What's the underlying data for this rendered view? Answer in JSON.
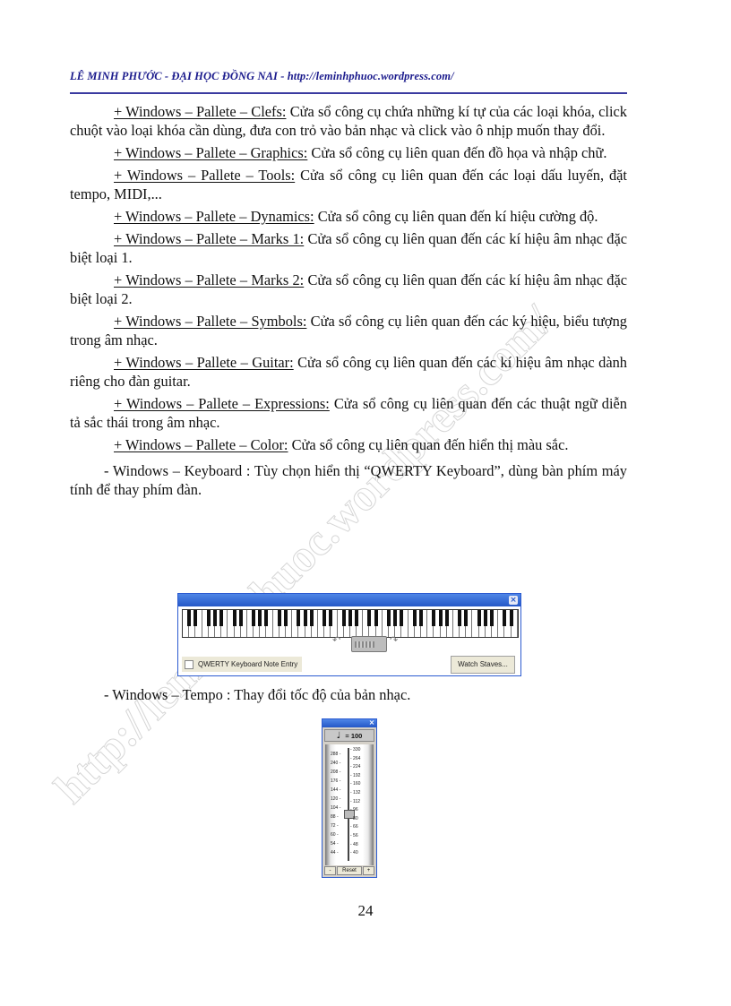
{
  "header": {
    "text": "LÊ MINH PHƯỚC - ĐẠI HỌC ĐỒNG NAI  -  http://leminhphuoc.wordpress.com/"
  },
  "paragraphs": [
    {
      "link": "+ Windows – Pallete – Clefs:",
      "text": " Cửa sổ công cụ chứa những kí tự của các loại khóa, click chuột vào loại khóa cần dùng, đưa con trỏ vào bản nhạc và click vào ô nhịp muốn thay đổi."
    },
    {
      "link": "+ Windows – Pallete – Graphics:",
      "text": " Cửa sổ công cụ liên quan đến đồ họa và nhập chữ."
    },
    {
      "link": "+ Windows – Pallete – Tools:",
      "text": " Cửa sổ công cụ liên quan đến các loại dấu luyến, đặt tempo, MIDI,..."
    },
    {
      "link": "+ Windows – Pallete – Dynamics:",
      "text": " Cửa sổ công cụ liên quan đến kí hiệu cường độ."
    },
    {
      "link": "+ Windows – Pallete – Marks 1:",
      "text": " Cửa sổ công cụ liên quan đến các kí hiệu âm nhạc đặc biệt loại 1."
    },
    {
      "link": "+ Windows – Pallete – Marks 2:",
      "text": " Cửa sổ công cụ liên quan đến các kí hiệu âm nhạc đặc biệt loại 2."
    },
    {
      "link": "+ Windows – Pallete – Symbols:",
      "text": " Cửa sổ công cụ liên quan đến các ký hiệu, biểu tượng trong âm nhạc."
    },
    {
      "link": "+ Windows – Pallete – Guitar:",
      "text": " Cửa sổ công cụ liên quan đến các kí hiệu âm nhạc dành riêng cho đàn guitar."
    },
    {
      "link": "+ Windows – Pallete – Expressions:",
      "text": " Cửa sổ công cụ liên quan đến các thuật ngữ diễn tả sắc thái trong âm nhạc."
    },
    {
      "link": "+ Windows – Pallete – Color:",
      "text": " Cửa sổ công cụ liên quan đến hiển thị màu sắc."
    }
  ],
  "keyboard_item": "- Windows – Keyboard : Tùy chọn hiển thị “QWERTY Keyboard”, dùng bàn phím máy tính để thay phím đàn.",
  "keyboard_window": {
    "close_icon": "×",
    "checkbox_label": "QWERTY Keyboard Note Entry",
    "checkbox_checked": false,
    "watch_button": "Watch Staves...",
    "arrow_left": "↶",
    "arrow_right": "↷"
  },
  "tempo_item": "- Windows – Tempo : Thay đổi tốc độ của bản nhạc.",
  "tempo_window": {
    "close_icon": "×",
    "note_icon": "♩",
    "display": "= 100",
    "left_scale": [
      "288",
      "240",
      "208",
      "176",
      "144",
      "120",
      "104",
      "88",
      "72",
      "60",
      "54",
      "44"
    ],
    "right_scale": [
      "330",
      "264",
      "224",
      "192",
      "160",
      "132",
      "112",
      "96",
      "80",
      "66",
      "56",
      "48",
      "40"
    ],
    "minus": "-",
    "reset": "Reset",
    "plus": "+"
  },
  "watermark": "http://leminhphuoc.wordpress.com/",
  "page_number": "24"
}
